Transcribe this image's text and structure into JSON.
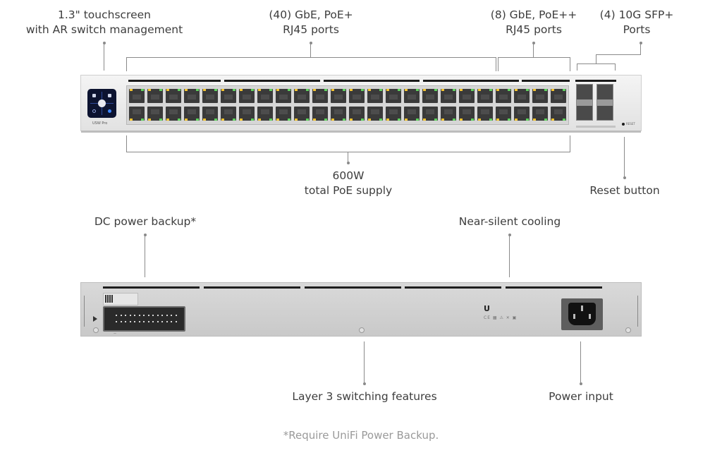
{
  "callouts": {
    "touchscreen": {
      "line1": "1.3\" touchscreen",
      "line2": "with AR switch management"
    },
    "poe_plus_ports": {
      "line1": "(40) GbE, PoE+",
      "line2": "RJ45 ports"
    },
    "poe_plusplus_ports": {
      "line1": "(8) GbE, PoE++",
      "line2": "RJ45 ports"
    },
    "sfp_ports": {
      "line1": "(4) 10G SFP+",
      "line2": "Ports"
    },
    "poe_supply": {
      "line1": "600W",
      "line2": "total PoE supply"
    },
    "reset": {
      "line1": "Reset button"
    },
    "dc_backup": {
      "line1": "DC power backup*"
    },
    "cooling": {
      "line1": "Near-silent cooling"
    },
    "layer3": {
      "line1": "Layer 3 switching features"
    },
    "power_input": {
      "line1": "Power input"
    }
  },
  "device": {
    "front_model_label": "USW Pro",
    "reset_label": "RESET",
    "rj45_port_count": 48,
    "poe_plus_count": 40,
    "poe_plusplus_count": 8,
    "sfp_port_count": 4,
    "led_colors": {
      "activity": "#f4c430",
      "link": "#5fd35f"
    },
    "screen_color": "#0c1330",
    "rear_logo": "U"
  },
  "footnote": "*Require UniFi Power Backup."
}
